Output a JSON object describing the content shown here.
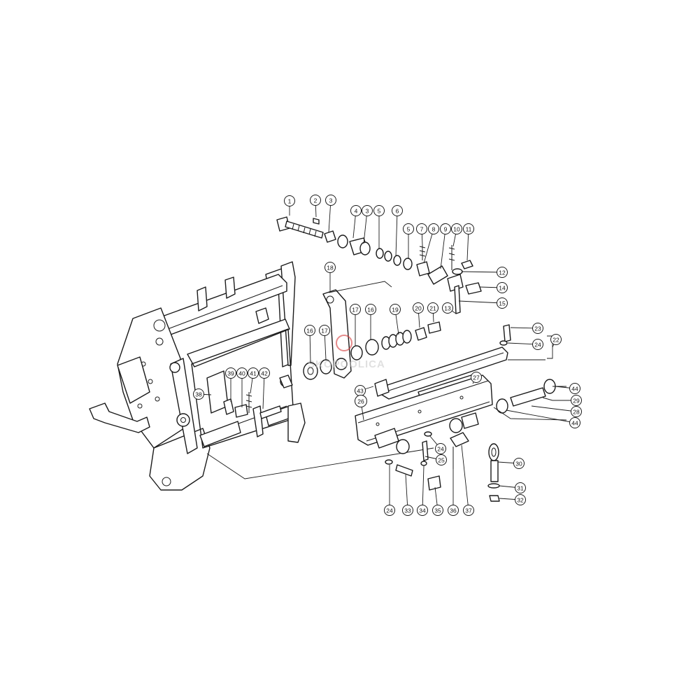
{
  "diagram": {
    "highlight_color": "#8fb33a",
    "ink_color": "#1a1a1a",
    "watermark": {
      "text": "SKOPOOLICA",
      "logo_color": "#d33a3a"
    },
    "callouts": [
      {
        "id": "c1",
        "label": "1"
      },
      {
        "id": "c2",
        "label": "2"
      },
      {
        "id": "c3",
        "label": "3"
      },
      {
        "id": "c4",
        "label": "4"
      },
      {
        "id": "c3b",
        "label": "3"
      },
      {
        "id": "c5",
        "label": "5"
      },
      {
        "id": "c6",
        "label": "6"
      },
      {
        "id": "c5b",
        "label": "5"
      },
      {
        "id": "c7",
        "label": "7"
      },
      {
        "id": "c8",
        "label": "8"
      },
      {
        "id": "c9",
        "label": "9"
      },
      {
        "id": "c10",
        "label": "10"
      },
      {
        "id": "c11",
        "label": "11"
      },
      {
        "id": "c12",
        "label": "12"
      },
      {
        "id": "c14",
        "label": "14"
      },
      {
        "id": "c15",
        "label": "15"
      },
      {
        "id": "c13",
        "label": "13"
      },
      {
        "id": "c18",
        "label": "18"
      },
      {
        "id": "c17",
        "label": "17"
      },
      {
        "id": "c16",
        "label": "16"
      },
      {
        "id": "c19",
        "label": "19"
      },
      {
        "id": "c20",
        "label": "20"
      },
      {
        "id": "c21",
        "label": "21"
      },
      {
        "id": "c16b",
        "label": "16"
      },
      {
        "id": "c17b",
        "label": "17"
      },
      {
        "id": "c23",
        "label": "23"
      },
      {
        "id": "c24",
        "label": "24"
      },
      {
        "id": "c22",
        "label": "22"
      },
      {
        "id": "c27",
        "label": "27"
      },
      {
        "id": "c43",
        "label": "43"
      },
      {
        "id": "c26",
        "label": "26",
        "highlighted": true
      },
      {
        "id": "c44",
        "label": "44"
      },
      {
        "id": "c29",
        "label": "29"
      },
      {
        "id": "c28",
        "label": "28"
      },
      {
        "id": "c44b",
        "label": "44"
      },
      {
        "id": "c38",
        "label": "38"
      },
      {
        "id": "c39",
        "label": "39"
      },
      {
        "id": "c40",
        "label": "40"
      },
      {
        "id": "c41",
        "label": "41"
      },
      {
        "id": "c42",
        "label": "42"
      },
      {
        "id": "c24b",
        "label": "24"
      },
      {
        "id": "c25",
        "label": "25"
      },
      {
        "id": "c30",
        "label": "30"
      },
      {
        "id": "c31",
        "label": "31"
      },
      {
        "id": "c32",
        "label": "32"
      },
      {
        "id": "c24c",
        "label": "24"
      },
      {
        "id": "c33",
        "label": "33"
      },
      {
        "id": "c34",
        "label": "34"
      },
      {
        "id": "c35",
        "label": "35"
      },
      {
        "id": "c36",
        "label": "36"
      },
      {
        "id": "c37",
        "label": "37"
      }
    ]
  }
}
